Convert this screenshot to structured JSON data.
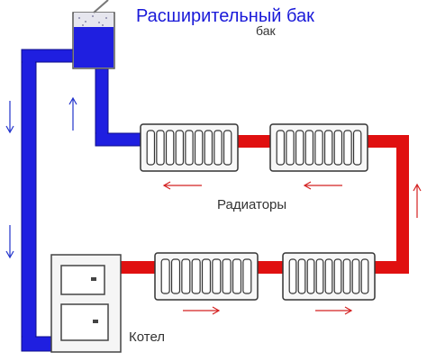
{
  "title": {
    "line1": "Расширительный бак",
    "line2": "бак"
  },
  "labels": {
    "radiators": "Радиаторы",
    "boiler": "Котел"
  },
  "colors": {
    "hot_pipe": "#e01010",
    "cold_pipe": "#1f1fe0",
    "cold_pipe_edge": "#0d0d8a",
    "title_text": "#1a1ad9",
    "arrow_red": "#d42020",
    "arrow_blue": "#2233cc",
    "outline": "#333333"
  }
}
